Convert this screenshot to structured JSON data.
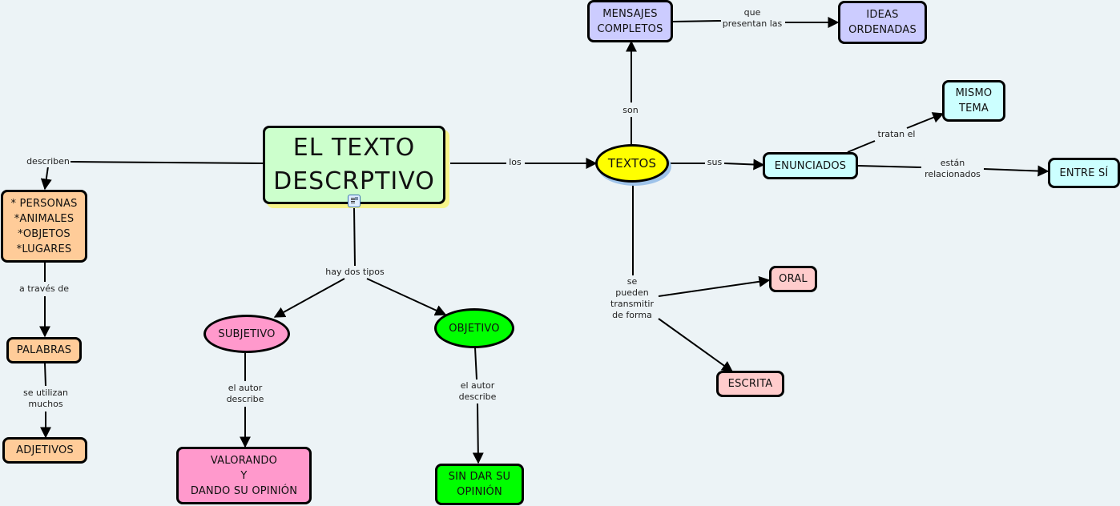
{
  "concept_map": {
    "title": "EL TEXTO DESCRPTIVO",
    "colors": {
      "background": "#ecf3f6",
      "main": "#ccffcc",
      "orange": "#ffcc99",
      "lavender": "#ccccff",
      "cyan": "#ccffff",
      "yellow": "#ffff00",
      "pink": "#ff99cc",
      "green": "#00ff00",
      "salmon": "#ffcccc"
    },
    "nodes": {
      "main": "EL TEXTO\nDESCRPTIVO",
      "personas": "* PERSONAS\n*ANIMALES\n*OBJETOS\n*LUGARES",
      "palabras": "PALABRAS",
      "adjetivos": "ADJETIVOS",
      "subjetivo": "SUBJETIVO",
      "objetivo": "OBJETIVO",
      "valorando": "VALORANDO\nY\nDANDO SU OPINIÓN",
      "sin_dar": "SIN DAR SU\nOPINIÓN",
      "textos": "TEXTOS",
      "mensajes": "MENSAJES\nCOMPLETOS",
      "ideas": "IDEAS\nORDENADAS",
      "enunciados": "ENUNCIADOS",
      "mismo_tema": "MISMO\nTEMA",
      "entre_si": "ENTRE SÍ",
      "oral": "ORAL",
      "escrita": "ESCRITA"
    },
    "links": {
      "describen": "describen",
      "a_traves": "a través de",
      "se_utilizan": "se utilizan\nmuchos",
      "hay_dos": "hay dos tipos",
      "autor_sub": "el autor\ndescribe",
      "autor_obj": "el autor\ndescribe",
      "los": "los",
      "son": "son",
      "que_presentan": "que\npresentan las",
      "sus": "sus",
      "tratan": "tratan el",
      "estan": "están\nrelacionados",
      "se_pueden": "se\npueden\ntransmitir\nde forma"
    },
    "icons": {
      "resource": "document-resource-icon"
    }
  }
}
